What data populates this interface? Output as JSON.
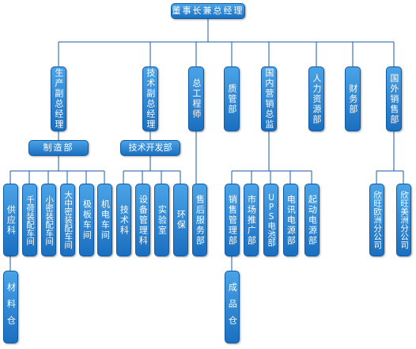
{
  "nodes": {
    "chairman": "董事长兼总经理",
    "prod_vp": "生产副总经理",
    "tech_vp": "技术副总经理",
    "chief_engineer": "总工程师",
    "quality": "质管部",
    "domestic_director": "国内营销总监",
    "hr": "人力资源部",
    "finance": "财务部",
    "intl_sales": "国外销售部",
    "manufacturing": "制造部",
    "tech_dev": "技术开发部",
    "supply": "供应科",
    "material_warehouse": "材料仓",
    "qianhe_workshop": "千荷装配车间",
    "small_sealed": "小密装配车间",
    "large_medium_sealed": "大中密装配车间",
    "plate_workshop": "极板车间",
    "mech_elec_workshop": "机电车间",
    "tech_section": "技术科",
    "equipment_mgmt": "设备管理科",
    "lab": "实验室",
    "env": "环保",
    "after_sales": "售后服务部",
    "sales_mgmt": "销售管理部",
    "marketing": "市场推广部",
    "ups_battery": "UPS电池部",
    "telecom_power": "电讯电源部",
    "starter_power": "起动电源部",
    "finished_goods": "成品仓",
    "europe_branch": "欣旺欧洲分公司",
    "america_branch": "欣旺美洲分公司"
  },
  "colors": {
    "box_top": "#4aa3e6",
    "box_bottom": "#1b6fc0",
    "border": "#0f5aa6",
    "line": "#1a5aa8",
    "text": "#ffffff"
  }
}
